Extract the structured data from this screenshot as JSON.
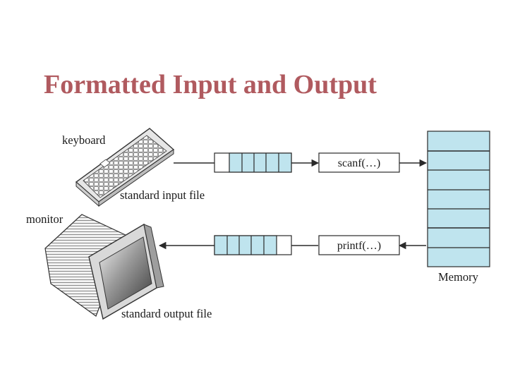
{
  "page": {
    "title": "Formatted Input and Output"
  },
  "diagram": {
    "labels": {
      "keyboard": "keyboard",
      "standard_input_file": "standard input file",
      "monitor": "monitor",
      "standard_output_file": "standard output file",
      "memory": "Memory"
    },
    "functions": {
      "input": "scanf(…)",
      "output": "printf(…)"
    },
    "colors": {
      "title": "#b05a5f",
      "buffer_fill": "#bfe4ee",
      "memory_fill": "#bfe4ee",
      "line": "#2a2a2a"
    },
    "icons": {
      "keyboard": "keyboard-icon",
      "monitor": "monitor-icon"
    }
  }
}
